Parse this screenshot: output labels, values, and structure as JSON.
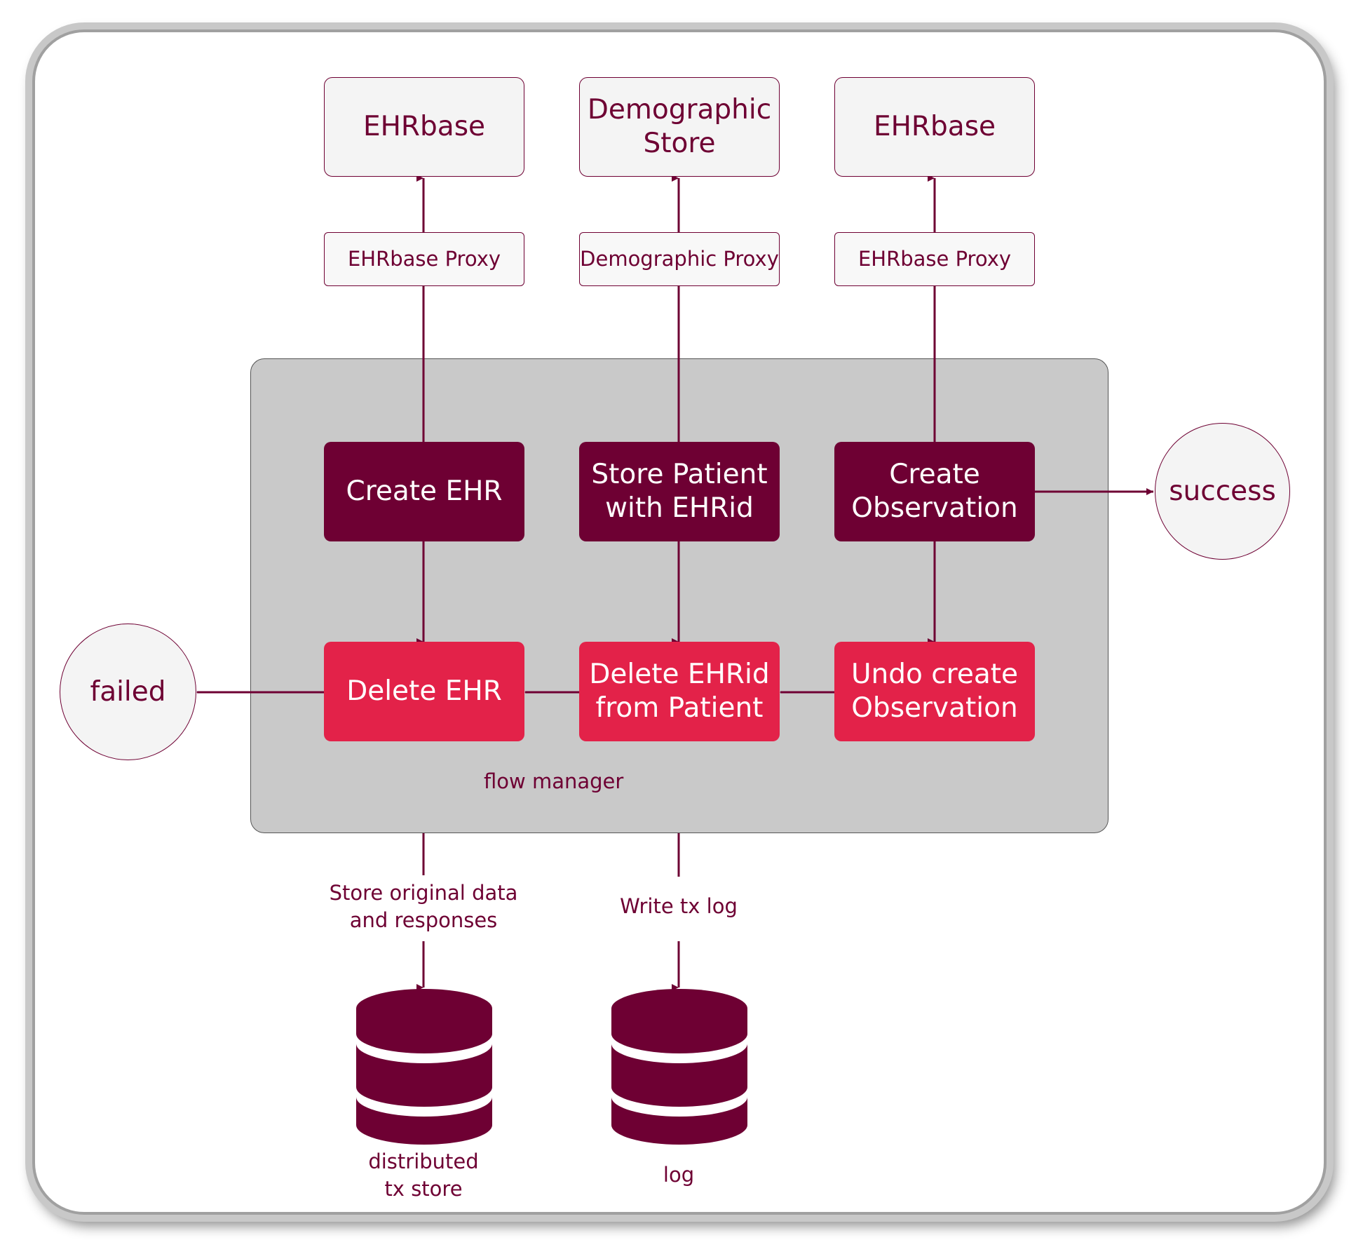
{
  "colors": {
    "primary": "#6e0033",
    "compensate": "#e32249",
    "panel": "#c9c9c9",
    "node_fill": "#f4f4f4"
  },
  "stores": [
    {
      "label": "EHRbase"
    },
    {
      "label": "Demographic\nStore"
    },
    {
      "label": "EHRbase"
    }
  ],
  "proxies": [
    {
      "label": "EHRbase Proxy"
    },
    {
      "label": "Demographic Proxy"
    },
    {
      "label": "EHRbase Proxy"
    }
  ],
  "actions": [
    {
      "label": "Create EHR"
    },
    {
      "label": "Store Patient\nwith EHRid"
    },
    {
      "label": "Create\nObservation"
    }
  ],
  "compensations": [
    {
      "label": "Delete EHR"
    },
    {
      "label": "Delete EHRid\nfrom Patient"
    },
    {
      "label": "Undo create\nObservation"
    }
  ],
  "terminals": {
    "success": "success",
    "failed": "failed"
  },
  "flow_manager_label": "flow manager",
  "edge_labels": {
    "store_original": "Store original data\nand responses",
    "write_log": "Write tx log"
  },
  "databases": [
    {
      "label": "distributed\ntx store",
      "icon": "database-icon"
    },
    {
      "label": "log",
      "icon": "database-icon"
    }
  ]
}
